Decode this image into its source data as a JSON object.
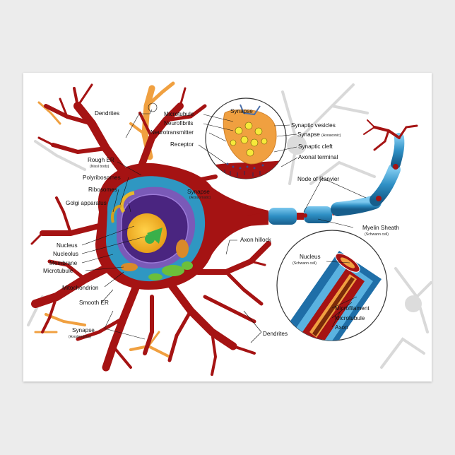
{
  "labels": {
    "dendrites_top": "Dendrites",
    "microtubule_top": "Microtubule",
    "neurofibrils": "Neurofibrils",
    "neurotransmitter": "Neurotransmitter",
    "receptor": "Receptor",
    "synapse_inset": "Synapse",
    "synaptic_vesicles": "Synaptic vesicles",
    "synapse_axoaxonic": "Synapse",
    "synapse_axoaxonic_sub": "(Axoaxonic)",
    "synaptic_cleft": "Synaptic cleft",
    "axonal_terminal": "Axonal terminal",
    "rough_er": "Rough ER",
    "rough_er_sub": "(Nissl body)",
    "polyribosomes": "Polyribosomes",
    "ribosomes": "Ribosomes",
    "golgi": "Golgi apparatus",
    "synapse_axosomatic": "Synapse",
    "synapse_axosomatic_sub": "(Axosomatic)",
    "node_of_ranvier": "Node of Ranvier",
    "myelin_sheath": "Myelin Sheath",
    "myelin_sheath_sub": "(Schwann cell)",
    "axon_hillock": "Axon hillock",
    "nucleus": "Nucleus",
    "nucleolus": "Nucleolus",
    "membrane": "Membrane",
    "microtubule_left": "Microtubule",
    "mitochondrion": "Mitochondrion",
    "smooth_er": "Smooth ER",
    "synapse_axodendritic": "Synapse",
    "synapse_axodendritic_sub": "(Axodendritic)",
    "dendrites_bottom": "Dendrites",
    "nucleus_schwann": "Nucleus",
    "nucleus_schwann_sub": "(Schwann cell)",
    "microfilament": "Microfilament",
    "microtubule_inset": "Microtubule",
    "axon": "Axon"
  },
  "colors": {
    "neuron": "#a51313",
    "dendrite_orange": "#f0a040",
    "myelin": "#3a9ed0",
    "nucleus": "#5b2d8e",
    "cytoplasm": "#3aa6c8",
    "background_neurons": "#d6d6d6"
  }
}
